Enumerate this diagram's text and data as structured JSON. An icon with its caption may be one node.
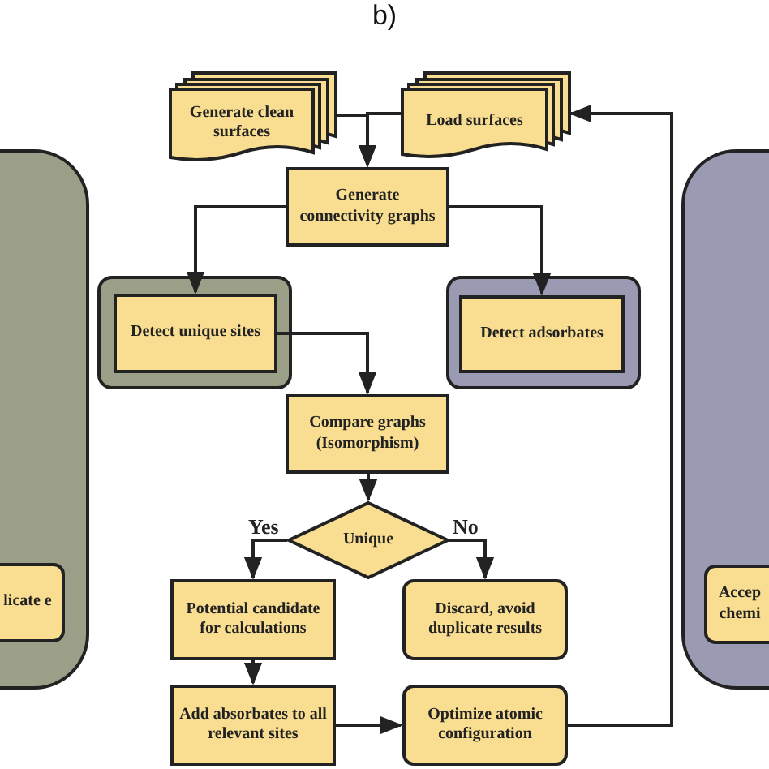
{
  "diagram": {
    "title": "b)",
    "nodes": [
      {
        "text": [],
        "shape": "box"
      },
      {
        "text": [
          "licate e"
        ],
        "in": 0
      },
      {
        "text": [
          "Generate clean surfaces"
        ]
      },
      {
        "text": [
          "Load surfaces"
        ]
      },
      {
        "text": [
          "Generate connectivity graphs"
        ]
      },
      {
        "text": [],
        "shape": "box"
      },
      {
        "text": [
          "Detect unique sites"
        ],
        "in": 5
      },
      {
        "text": [],
        "shape": "box"
      },
      {
        "text": [
          "Detect adsorbates"
        ],
        "in": 7
      },
      {
        "text": [
          "Compare graphs (Isomorphism)"
        ]
      },
      {
        "text": [
          "Unique"
        ]
      },
      {
        "text": [
          "Potential candidate for calculations"
        ]
      },
      {
        "text": [
          "Discard, avoid duplicate results"
        ]
      },
      {
        "text": [
          "Add absorbates to all relevant sites"
        ]
      },
      {
        "text": [
          "Optimize atomic configuration"
        ]
      },
      {
        "text": [],
        "shape": "box"
      },
      {
        "text": [
          "Accep chemi"
        ],
        "in": 15
      }
    ],
    "edges": [
      {
        "from": 2,
        "to": 4,
        "arrow": "to"
      },
      {
        "from": 3,
        "to": 4,
        "arrow": "to"
      },
      {
        "from": 4,
        "to": 6,
        "arrow": "to"
      },
      {
        "from": 4,
        "to": 8,
        "arrow": "to"
      },
      {
        "from": 6,
        "to": 9,
        "arrow": "to"
      },
      {
        "from": 9,
        "to": 10,
        "arrow": "to"
      },
      {
        "from": 10,
        "to": 11,
        "arrow": "to",
        "label": "Yes"
      },
      {
        "from": 10,
        "to": 12,
        "arrow": "to",
        "label": "No"
      },
      {
        "from": 11,
        "to": 13,
        "arrow": "to"
      },
      {
        "from": 13,
        "to": 14,
        "arrow": "to"
      },
      {
        "from": 14,
        "to": 3,
        "arrow": "to"
      }
    ]
  }
}
